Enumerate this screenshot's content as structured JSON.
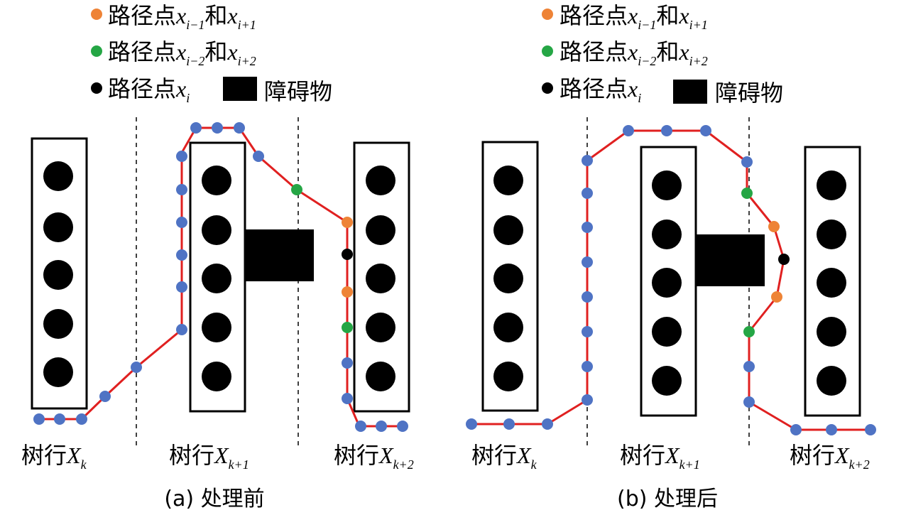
{
  "colors": {
    "path_line": "#e02020",
    "waypoint": "#4f73c4",
    "adjacent_point": "#ee8336",
    "second_point": "#25a645",
    "current_point": "#000000",
    "obstacle": "#000000",
    "tree": "#000000",
    "row_box_stroke": "#000000",
    "divider": "#000000"
  },
  "legend": {
    "item1": {
      "prefix": "路径点",
      "var1": "x",
      "sub1": "i−1",
      "mid": "和",
      "var2": "x",
      "sub2": "i+1"
    },
    "item2": {
      "prefix": "路径点",
      "var1": "x",
      "sub1": "i−2",
      "mid": "和",
      "var2": "x",
      "sub2": "i+2"
    },
    "item3": {
      "prefix": "路径点",
      "var1": "x",
      "sub1": "i"
    },
    "obstacle_label": "障碍物"
  },
  "row_label": {
    "prefix": "树行",
    "var": "X"
  },
  "panels": [
    {
      "caption": "(a) 处理前",
      "rows": [
        {
          "sub": "k"
        },
        {
          "sub": "k+1"
        },
        {
          "sub": "k+2"
        }
      ]
    },
    {
      "caption": "(b) 处理后",
      "rows": [
        {
          "sub": "k"
        },
        {
          "sub": "k+1"
        },
        {
          "sub": "k+2"
        }
      ]
    }
  ]
}
